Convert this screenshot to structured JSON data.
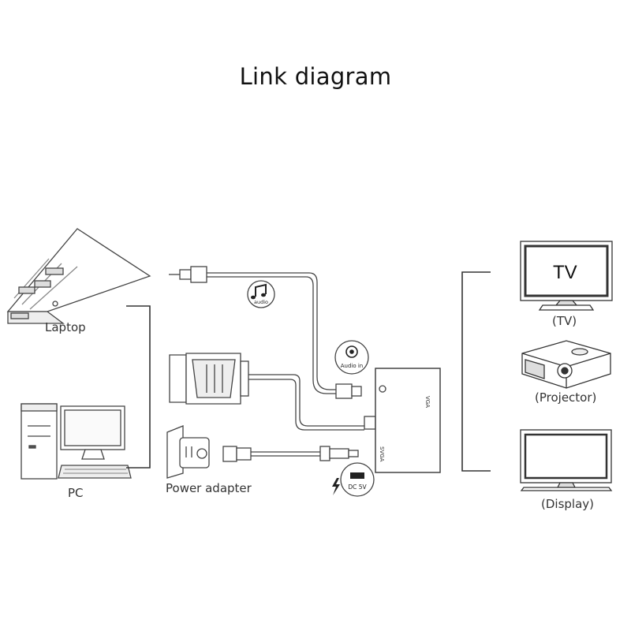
{
  "title": "Link diagram",
  "labels": {
    "laptop": "Laptop",
    "pc": "PC",
    "power_adapter": "Power adapter",
    "tv": "(TV)",
    "projector": "(Projector)",
    "display": "(Display)",
    "tv_screen_text": "TV",
    "audio_badge": "audio",
    "audio_in": "Audio in",
    "dc_5v": "DC 5V",
    "port_vga": "VGA",
    "port_svga": "SVGA"
  },
  "icons": [
    "audio-icon",
    "laptop-icon",
    "pc-icon",
    "vga-plug-icon",
    "wall-outlet-icon",
    "usb-plug-icon",
    "lightning-icon",
    "tv-icon",
    "projector-icon",
    "display-icon"
  ]
}
